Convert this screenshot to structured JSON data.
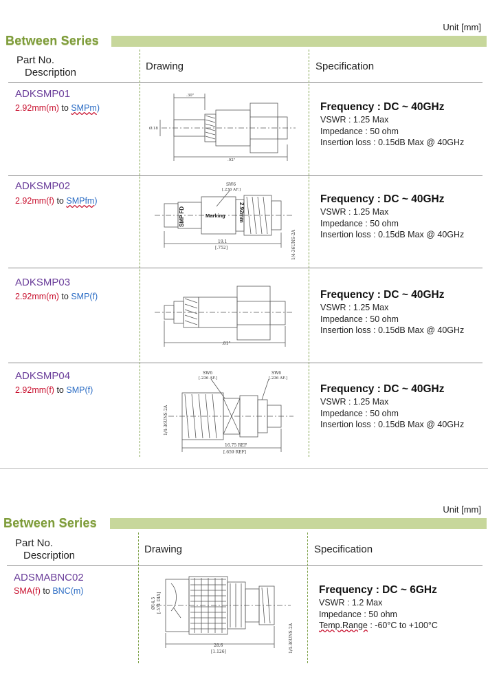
{
  "section1": {
    "unit": "Unit [mm]",
    "title": "Between Series",
    "headers": {
      "part_line1": "Part No.",
      "part_line2": "Description",
      "drawing": "Drawing",
      "spec": "Specification"
    },
    "rows": [
      {
        "part": "ADKSMP01",
        "desc_a": "2.92mm",
        "desc_b": "(m)",
        "desc_to": "to",
        "desc_c": "SMPm",
        "desc_d": ")",
        "freq": "Frequency : DC ~ 40GHz",
        "vswr": "VSWR : 1.25 Max",
        "imp": "Impedance : 50 ohm",
        "ins": "Insertion loss : 0.15dB Max @ 40GHz",
        "dims": {
          "top": ".30\"",
          "left": "Ø.18",
          "bottom": ".92\""
        }
      },
      {
        "part": "ADKSMP02",
        "desc_a": "2.92mm",
        "desc_b": "(f)",
        "desc_to": "to",
        "desc_c": "SMPfm",
        "desc_d": ")",
        "freq": "Frequency : DC ~ 40GHz",
        "vswr": "VSWR : 1.25 Max",
        "imp": "Impedance : 50 ohm",
        "ins": "Insertion loss : 0.15dB Max @ 40GHz",
        "dims": {
          "hex1": "SW6",
          "hex2": "[.236 AF.]",
          "label1": "SMP FD",
          "label2": "Marking",
          "label3": "2.92mm",
          "len1": "19.1",
          "len2": "[.752]",
          "thread": "1/4-36UNS-2A"
        }
      },
      {
        "part": "ADKSMP03",
        "desc_a": "2.92mm",
        "desc_b": "(m)",
        "desc_to": "to",
        "desc_c": "SMP",
        "desc_d": "(f)",
        "freq": "Frequency : DC ~ 40GHz",
        "vswr": "VSWR : 1.25 Max",
        "imp": "Impedance : 50 ohm",
        "ins": "Insertion loss : 0.15dB Max @ 40GHz",
        "dims": {
          "bottom": ".81\""
        }
      },
      {
        "part": "ADKSMP04",
        "desc_a": "2.92mm",
        "desc_b": "(f)",
        "desc_to": "to",
        "desc_c": "SMP",
        "desc_d": "(f)",
        "freq": "Frequency : DC ~ 40GHz",
        "vswr": "VSWR : 1.25 Max",
        "imp": "Impedance : 50 ohm",
        "ins": "Insertion loss : 0.15dB Max @ 40GHz",
        "dims": {
          "hex1a": "SW6",
          "hex1b": "[.236 AF.]",
          "hex2a": "SW6",
          "hex2b": "[.236 AF.]",
          "thread": "1/4-36UNS-2A",
          "len1": "16.75 REF",
          "len2": "[.659 REF]"
        }
      }
    ]
  },
  "section2": {
    "unit": "Unit [mm]",
    "title": "Between Series",
    "headers": {
      "part_line1": "Part No.",
      "part_line2": "Description",
      "drawing": "Drawing",
      "spec": "Specification"
    },
    "rows": [
      {
        "part": "ADSMABNC02",
        "desc_a": "SMA",
        "desc_b": "(f)",
        "desc_to": "to",
        "desc_c": "BNC",
        "desc_d": "(m)",
        "freq": "Frequency : DC ~ 6GHz",
        "vswr": "VSWR : 1.2 Max",
        "imp": "Impedance : 50 ohm",
        "temp_label": "Temp.Range",
        "temp_value": ":  -60°C to +100°C",
        "dims": {
          "dia1": "Ø14.5",
          "dia2": "[.571 DIA]",
          "len1": "28.6",
          "len2": "[1.126]",
          "thread": "1/4-36UNS-2A"
        }
      }
    ]
  }
}
